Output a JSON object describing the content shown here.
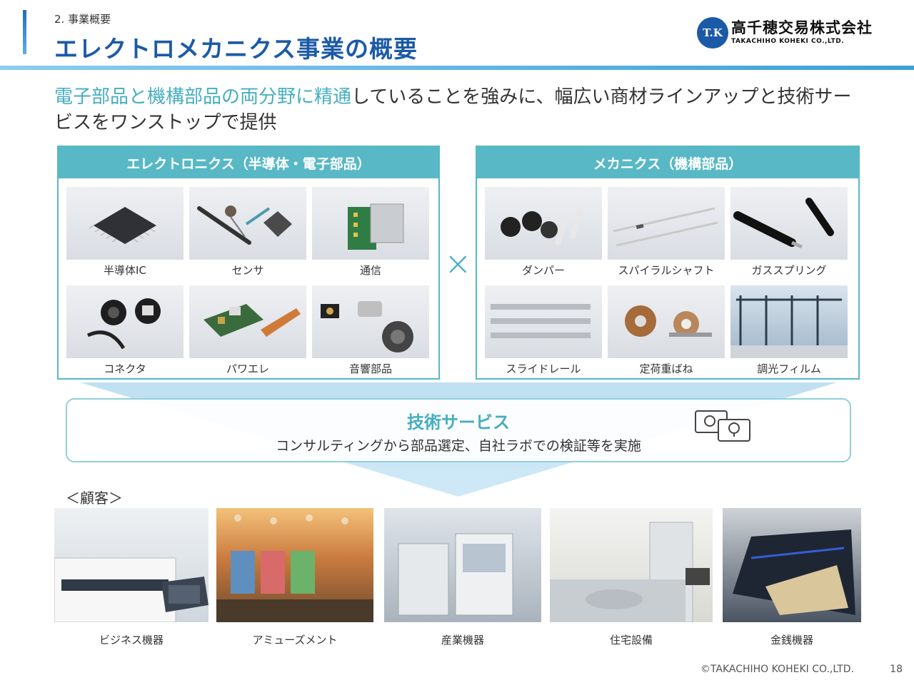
{
  "header": {
    "section": "2. 事業概要",
    "title": "エレクトロメカニクス事業の概要",
    "logo_mark": "T.K",
    "logo_jp": "高千穂交易株式会社",
    "logo_en": "TAKACHIHO KOHEKI CO.,LTD."
  },
  "lead": {
    "highlight": "電子部品と機構部品の両分野に精通",
    "rest": "していることを強みに、幅広い商材ラインアップと技術サービスをワンストップで提供"
  },
  "electronics": {
    "title": "エレクトロニクス（半導体・電子部品）",
    "items": [
      "半導体IC",
      "センサ",
      "通信",
      "コネクタ",
      "パワエレ",
      "音響部品"
    ]
  },
  "times_symbol": "×",
  "mechanics": {
    "title": "メカニクス（機構部品）",
    "items": [
      "ダンパー",
      "スパイラルシャフト",
      "ガススプリング",
      "スライドレール",
      "定荷重ばね",
      "調光フィルム"
    ]
  },
  "service": {
    "title": "技術サービス",
    "description": "コンサルティングから部品選定、自社ラボでの検証等を実施"
  },
  "customers": {
    "label": "＜顧客＞",
    "items": [
      "ビジネス機器",
      "アミューズメント",
      "産業機器",
      "住宅設備",
      "金銭機器"
    ]
  },
  "footer": {
    "copyright": "©TAKACHIHO KOHEKI CO.,LTD.",
    "page": "18"
  },
  "colors": {
    "title_blue": "#1b5aa6",
    "teal": "#58b8c5",
    "highlight_teal": "#46aec0"
  }
}
